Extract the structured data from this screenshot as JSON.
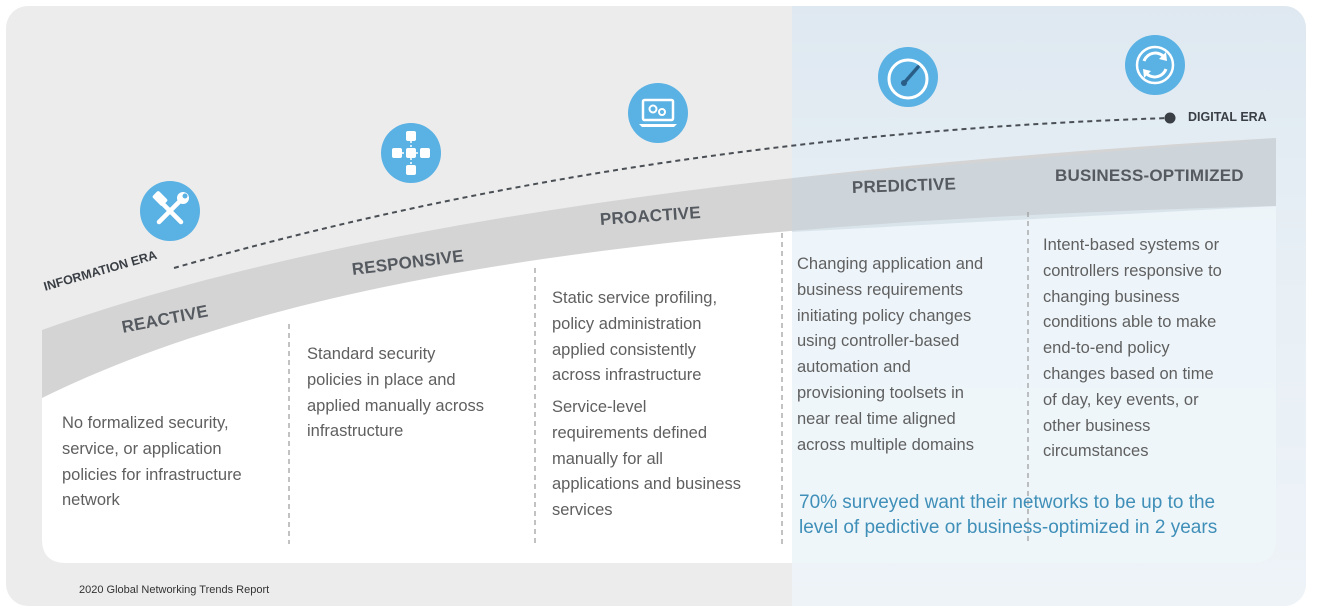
{
  "eras": {
    "start": "INFORMATION ERA",
    "end": "DIGITAL ERA"
  },
  "stages": [
    {
      "name": "REACTIVE",
      "icon": "tools-icon",
      "description": [
        "No formalized security,",
        "service, or application",
        "policies for infrastructure",
        "network"
      ]
    },
    {
      "name": "RESPONSIVE",
      "icon": "network-nodes-icon",
      "description": [
        "Standard security",
        "policies in place and",
        "applied manually across",
        "infrastructure"
      ]
    },
    {
      "name": "PROACTIVE",
      "icon": "laptop-gears-icon",
      "description": [
        "Static service profiling,",
        "policy administration",
        "applied consistently",
        "across infrastructure"
      ],
      "description2": [
        "Service-level",
        "requirements defined",
        "manually for all",
        "applications and business",
        "services"
      ]
    },
    {
      "name": "PREDICTIVE",
      "icon": "speedometer-icon",
      "description": [
        "Changing application and",
        "business requirements",
        "initiating policy changes",
        "using controller-based",
        "automation and",
        "provisioning toolsets in",
        "near real time aligned",
        "across multiple domains"
      ]
    },
    {
      "name": "BUSINESS-OPTIMIZED",
      "icon": "refresh-cycle-icon",
      "description": [
        "Intent-based systems or",
        "controllers responsive to",
        "changing business",
        "conditions able to make",
        "end-to-end policy",
        "changes based on time",
        "of day, key events, or",
        "other business",
        "circumstances"
      ]
    }
  ],
  "highlight": {
    "line1": "70% surveyed want their networks to be up to the",
    "line2": "level of pedictive or business-optimized in 2 years"
  },
  "footer": "2020 Global Networking Trends Report",
  "colors": {
    "icon_blue": "#5ab1e4",
    "highlight_text": "#3f8fb8",
    "band": "#d5d5d5",
    "highlight_panel": "#e6f0f7"
  }
}
